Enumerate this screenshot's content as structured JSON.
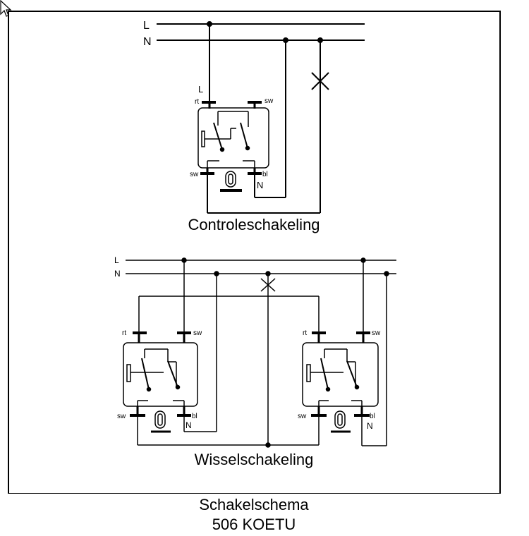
{
  "diagram": {
    "top": {
      "line_L": "L",
      "line_N": "N",
      "term_L": "L",
      "term_rt": "rt",
      "term_sw_top": "sw",
      "term_sw_bottom": "sw",
      "term_bl": "bl",
      "term_N": "N",
      "title": "Controleschakeling"
    },
    "bottom": {
      "line_L": "L",
      "line_N": "N",
      "left_rt": "rt",
      "left_sw_top": "sw",
      "left_sw_bottom": "sw",
      "left_bl": "bl",
      "left_N": "N",
      "right_rt": "rt",
      "right_sw_top": "sw",
      "right_sw_bottom": "sw",
      "right_bl": "bl",
      "right_N": "N",
      "title": "Wisselschakeling"
    }
  },
  "caption": {
    "line1": "Schakelschema",
    "line2": "506 KOETU"
  }
}
